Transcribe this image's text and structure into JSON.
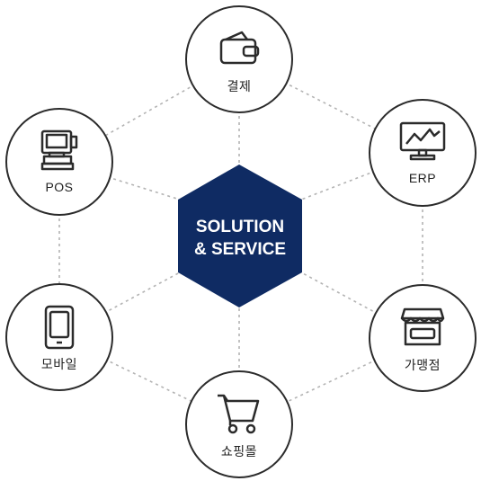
{
  "hub": {
    "line1": "SOLUTION",
    "line2": "& SERVICE",
    "color": "#0f2b63"
  },
  "nodes": {
    "payment": {
      "label": "결제",
      "icon": "wallet-icon"
    },
    "pos": {
      "label": "POS",
      "icon": "pos-terminal-icon"
    },
    "erp": {
      "label": "ERP",
      "icon": "monitor-chart-icon"
    },
    "mobile": {
      "label": "모바일",
      "icon": "smartphone-icon"
    },
    "franchise": {
      "label": "가맹점",
      "icon": "storefront-icon"
    },
    "shopping": {
      "label": "쇼핑몰",
      "icon": "shopping-cart-icon"
    }
  },
  "colors": {
    "outline": "#2b2b2b",
    "connector": "#aaaaaa"
  }
}
